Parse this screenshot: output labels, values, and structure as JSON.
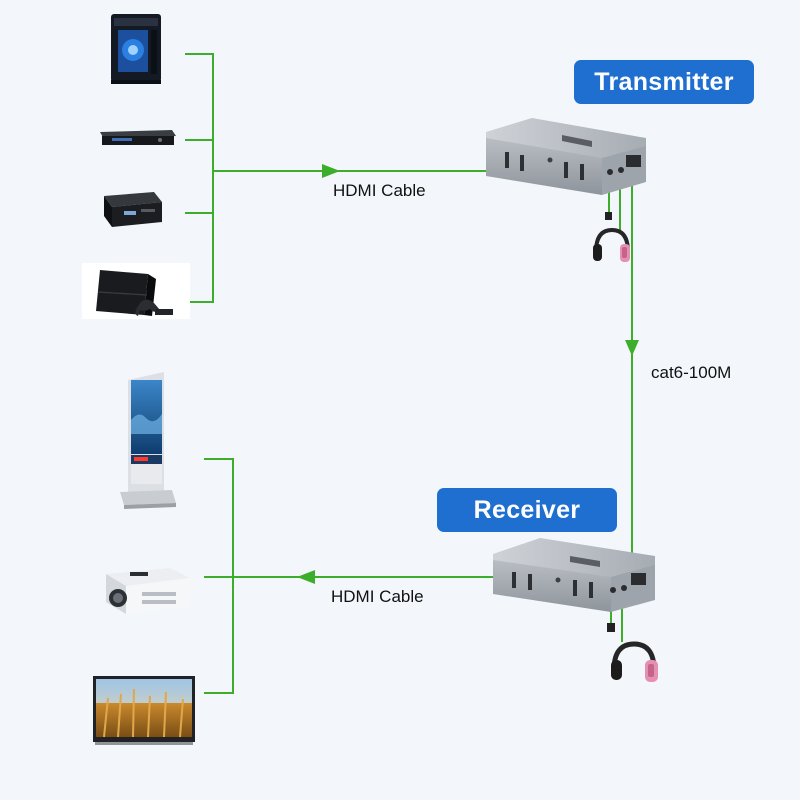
{
  "badges": {
    "transmitter": "Transmitter",
    "receiver": "Receiver"
  },
  "cables": {
    "hdmi_in": "HDMI Cable",
    "network": "cat6-100M",
    "hdmi_out": "HDMI Cable"
  },
  "devices": {
    "sources": [
      "pc-tower-icon",
      "dvd-player-icon",
      "set-top-box-icon",
      "game-console-icon"
    ],
    "displays": [
      "kiosk-display-icon",
      "projector-icon",
      "tv-icon"
    ],
    "extenders": [
      "transmitter-unit-icon",
      "receiver-unit-icon"
    ],
    "audio": [
      "headphones-icon",
      "headphones-icon"
    ]
  },
  "colors": {
    "line": "#3dae2b",
    "badge": "#1f6fd0",
    "text": "#111111"
  }
}
